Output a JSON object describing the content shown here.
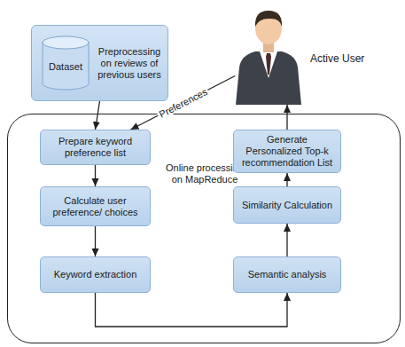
{
  "diagram": {
    "nodes": [
      {
        "text": [
          "Preprocessing on reviews of previous users"
        ]
      },
      {
        "text": [
          "Dataset"
        ],
        "in": 0
      },
      {
        "text": [
          "Active User"
        ]
      },
      {
        "text": [
          "Online processing on MapReduce"
        ]
      },
      {
        "text": [
          "Prepare keyword preference list"
        ],
        "in": 3
      },
      {
        "text": [
          "Calculate user preference/ choices"
        ],
        "in": 3
      },
      {
        "text": [
          "Keyword extraction"
        ],
        "in": 3
      },
      {
        "text": [
          "Semantic analysis"
        ],
        "in": 3
      },
      {
        "text": [
          "Similarity Calculation"
        ],
        "in": 3
      },
      {
        "text": [
          "Generate Personalized Top-k recommendation List"
        ],
        "in": 3
      }
    ],
    "edges": [
      {
        "from": 0,
        "to": 4,
        "arrow": "to"
      },
      {
        "from": 2,
        "to": 4,
        "label": "Preferences",
        "arrow": "to"
      },
      {
        "from": 4,
        "to": 5,
        "arrow": "to"
      },
      {
        "from": 5,
        "to": 6,
        "arrow": "to"
      },
      {
        "from": 6,
        "to": 7,
        "arrow": "to"
      },
      {
        "from": 7,
        "to": 8,
        "arrow": "to"
      },
      {
        "from": 8,
        "to": 9,
        "arrow": "to"
      },
      {
        "from": 9,
        "to": 2,
        "arrow": "to"
      }
    ]
  }
}
